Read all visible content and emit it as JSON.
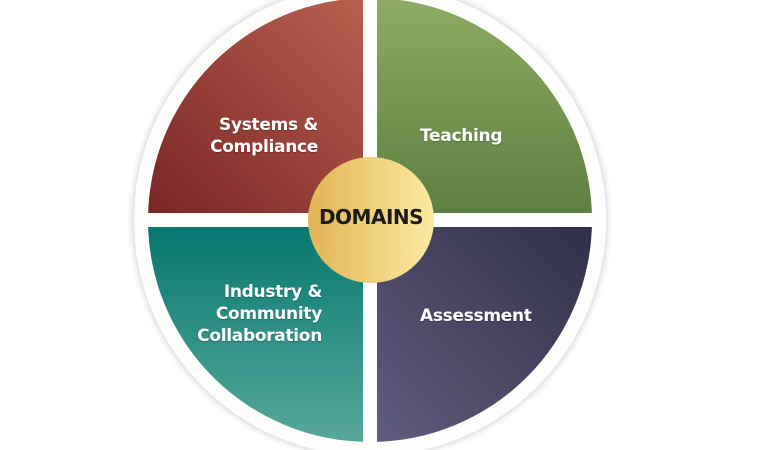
{
  "diagram": {
    "type": "quadrant-wheel",
    "center": {
      "label": "DOMAINS",
      "colors": {
        "left": "#e2b455",
        "right": "#fbeaa2"
      }
    },
    "quadrants": [
      {
        "position": "top-left",
        "label_lines": [
          "Systems &",
          "Compliance"
        ],
        "colors": {
          "light": "#b8614f",
          "dark": "#7a2426"
        }
      },
      {
        "position": "top-right",
        "label_lines": [
          "Teaching"
        ],
        "colors": {
          "light": "#8fad63",
          "dark": "#5e7f42"
        }
      },
      {
        "position": "bottom-left",
        "label_lines": [
          "Industry &",
          "Community",
          "Collaboration"
        ],
        "colors": {
          "light": "#5aaa9c",
          "dark": "#077870"
        }
      },
      {
        "position": "bottom-right",
        "label_lines": [
          "Assessment"
        ],
        "colors": {
          "light": "#615e7e",
          "dark": "#2f2e47"
        }
      }
    ],
    "ring_color": "#fdfdfb",
    "background": "#ffffff"
  }
}
